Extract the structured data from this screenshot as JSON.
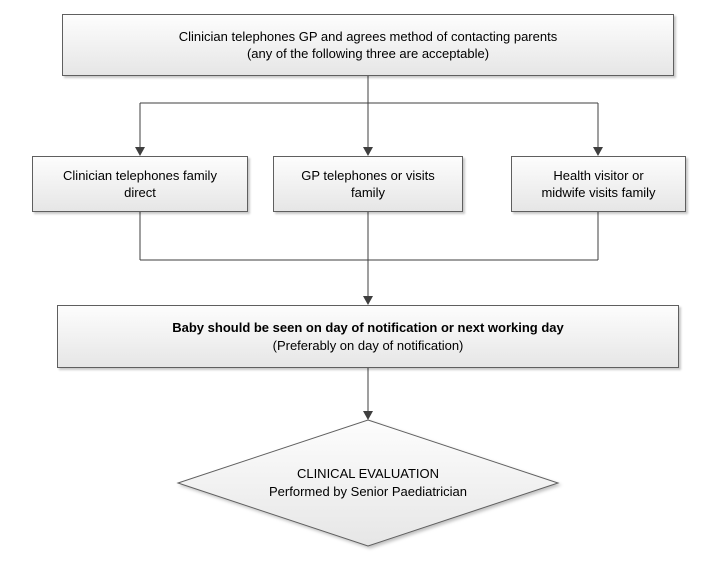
{
  "colors": {
    "box-border": "#5f5f5f",
    "box-fill-top": "#fdfdfd",
    "box-fill-bottom": "#e6e6e6",
    "connector": "#3f3f3f",
    "text": "#000000",
    "background": "#ffffff"
  },
  "flowchart": {
    "start": {
      "lines": [
        "Clinician telephones GP and agrees method of contacting parents",
        "(any of the following three are acceptable)"
      ]
    },
    "options": [
      {
        "lines": [
          "Clinician telephones family",
          "direct"
        ]
      },
      {
        "lines": [
          "GP telephones or visits",
          "family"
        ]
      },
      {
        "lines": [
          "Health visitor or",
          "midwife visits family"
        ]
      }
    ],
    "seen": {
      "lines": [
        "Baby should be seen on day of notification or next working day",
        "(Preferably on day of notification)"
      ]
    },
    "decision": {
      "lines": [
        "CLINICAL EVALUATION",
        "Performed by Senior Paediatrician"
      ]
    }
  }
}
